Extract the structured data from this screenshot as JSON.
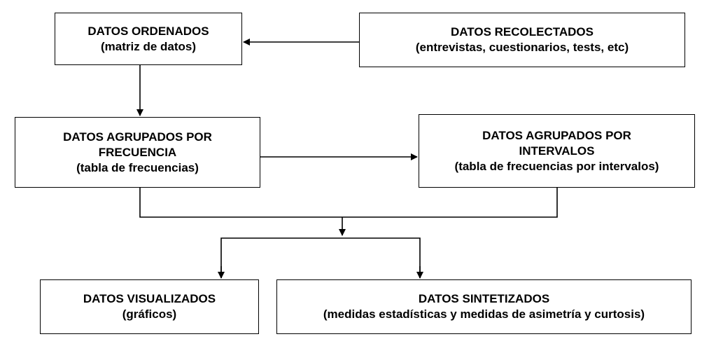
{
  "boxes": {
    "ordenados": {
      "lines": [
        "DATOS ORDENADOS",
        "(matriz de datos)"
      ]
    },
    "recolectados": {
      "lines": [
        "DATOS RECOLECTADOS",
        "(entrevistas, cuestionarios, tests, etc)"
      ]
    },
    "frecuencia": {
      "lines": [
        "DATOS AGRUPADOS POR",
        "FRECUENCIA",
        "(tabla de frecuencias)"
      ]
    },
    "intervalos": {
      "lines": [
        "DATOS AGRUPADOS POR",
        "INTERVALOS",
        "(tabla de frecuencias por intervalos)"
      ]
    },
    "visualizados": {
      "lines": [
        "DATOS VISUALIZADOS",
        "(gráficos)"
      ]
    },
    "sintetizados": {
      "lines": [
        "DATOS SINTETIZADOS",
        "(medidas estadísticas y medidas de asimetría y curtosis)"
      ]
    }
  },
  "edges": [
    {
      "from": "recolectados",
      "to": "ordenados"
    },
    {
      "from": "ordenados",
      "to": "frecuencia"
    },
    {
      "from": "frecuencia",
      "to": "intervalos"
    },
    {
      "from": "frecuencia",
      "to": "visualizados"
    },
    {
      "from": "frecuencia",
      "to": "sintetizados"
    },
    {
      "from": "intervalos",
      "to": "visualizados"
    },
    {
      "from": "intervalos",
      "to": "sintetizados"
    }
  ]
}
